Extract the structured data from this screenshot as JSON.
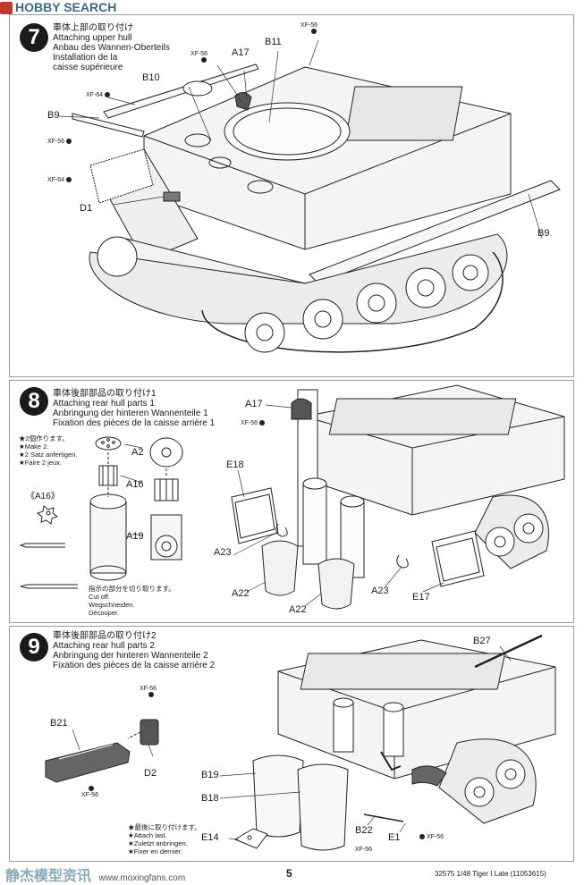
{
  "watermark_top": "HOBBY SEARCH",
  "step7": {
    "number": "7",
    "title_lines": [
      "車体上部の取り付け",
      "Attaching upper hull",
      "Anbau des Wannen-Oberteils",
      "Installation de la",
      "caisse supérieure"
    ],
    "paints": [
      "XF-56",
      "XF-56",
      "XF-64",
      "XF-56",
      "XF-64"
    ],
    "parts": [
      "B10",
      "A17",
      "B11",
      "B9",
      "D1",
      "B9"
    ]
  },
  "step8": {
    "number": "8",
    "title_lines": [
      "車体後部部品の取り付け1",
      "Attaching rear hull parts 1",
      "Anbringung der hinteren Wannenteile 1",
      "Fixation des pièces de la caisse arrière 1"
    ],
    "make2_lines": [
      "★2個作ります。",
      "★Make 2.",
      "★2 Satz anfertigen.",
      "★Faire 2 jeux."
    ],
    "detail_label": "《A16》",
    "cut_lines": [
      "指示の部分を切り取ります。",
      "Cut off.",
      "Wegschneiden.",
      "Découper."
    ],
    "paint": "XF-56",
    "parts": [
      "A2",
      "A16",
      "A19",
      "A17",
      "E18",
      "A23",
      "A22",
      "A22",
      "A23",
      "E17"
    ]
  },
  "step9": {
    "number": "9",
    "title_lines": [
      "車体後部部品の取り付け2",
      "Attaching rear hull parts 2",
      "Anbringung der hinteren Wannenteile 2",
      "Fixation des pièces de la caisse arrière 2"
    ],
    "last_lines": [
      "★最後に取り付けます。",
      "★Attach last.",
      "★Zuletzt anbringen.",
      "★Fixer en dernier."
    ],
    "paints": [
      "XF-56",
      "XF-56",
      "XF-56",
      "XF-56"
    ],
    "parts": [
      "B21",
      "D2",
      "B27",
      "B19",
      "B18",
      "E14",
      "B22",
      "E1"
    ]
  },
  "footer": {
    "page_number": "5",
    "product_info": "32575  1/48 Tiger I Late (11053615)",
    "watermark_left": "静杰模型资讯",
    "watermark_url": "www.moxingfans.com"
  }
}
